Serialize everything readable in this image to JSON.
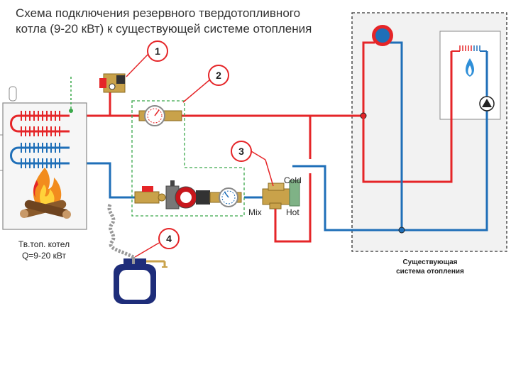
{
  "title": {
    "line1": "Схема подключения резервного твердотопливного",
    "line2": "котла (9-20 кВт) к существующей системе отопления"
  },
  "boiler": {
    "label_line1": "Тв.топ. котел",
    "label_line2": "Q=9-20 кВт"
  },
  "existing_system": {
    "label_line1": "Существующая",
    "label_line2": "система отопления"
  },
  "callouts": [
    "1",
    "2",
    "3",
    "4"
  ],
  "valve_labels": {
    "cold": "Cold",
    "hot": "Hot",
    "mix": "Mix"
  },
  "colors": {
    "hot_pipe": "#e52528",
    "cold_pipe": "#1f6fb8",
    "group_border": "#3aa84a",
    "existing_border": "#333333",
    "existing_fill": "#f2f2f2"
  }
}
